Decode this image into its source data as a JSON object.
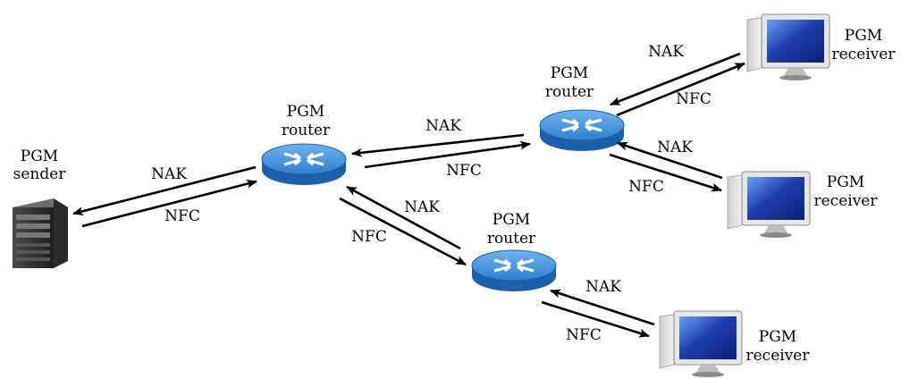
{
  "nodes": {
    "sender": {
      "line1": "PGM",
      "line2": "sender"
    },
    "router_a": {
      "line1": "PGM",
      "line2": "router"
    },
    "router_b": {
      "line1": "PGM",
      "line2": "router"
    },
    "router_c": {
      "line1": "PGM",
      "line2": "router"
    },
    "receiver_1": {
      "line1": "PGM",
      "line2": "receiver"
    },
    "receiver_2": {
      "line1": "PGM",
      "line2": "receiver"
    },
    "receiver_3": {
      "line1": "PGM",
      "line2": "receiver"
    }
  },
  "links": {
    "sender_router_a": {
      "nak": "NAK",
      "nfc": "NFC"
    },
    "router_a_router_b": {
      "nak": "NAK",
      "nfc": "NFC"
    },
    "router_a_router_c": {
      "nak": "NAK",
      "nfc": "NFC"
    },
    "router_b_receiver_1": {
      "nak": "NAK",
      "nfc": "NFC"
    },
    "router_b_receiver_2": {
      "nak": "NAK",
      "nfc": "NFC"
    },
    "router_c_receiver_3": {
      "nak": "NAK",
      "nfc": "NFC"
    }
  },
  "colors": {
    "router_top": "#3f8fd6",
    "router_side": "#1d5fa8",
    "screen": "#1f3fb0",
    "case": "#2b2b2b",
    "arrow": "#000000"
  }
}
